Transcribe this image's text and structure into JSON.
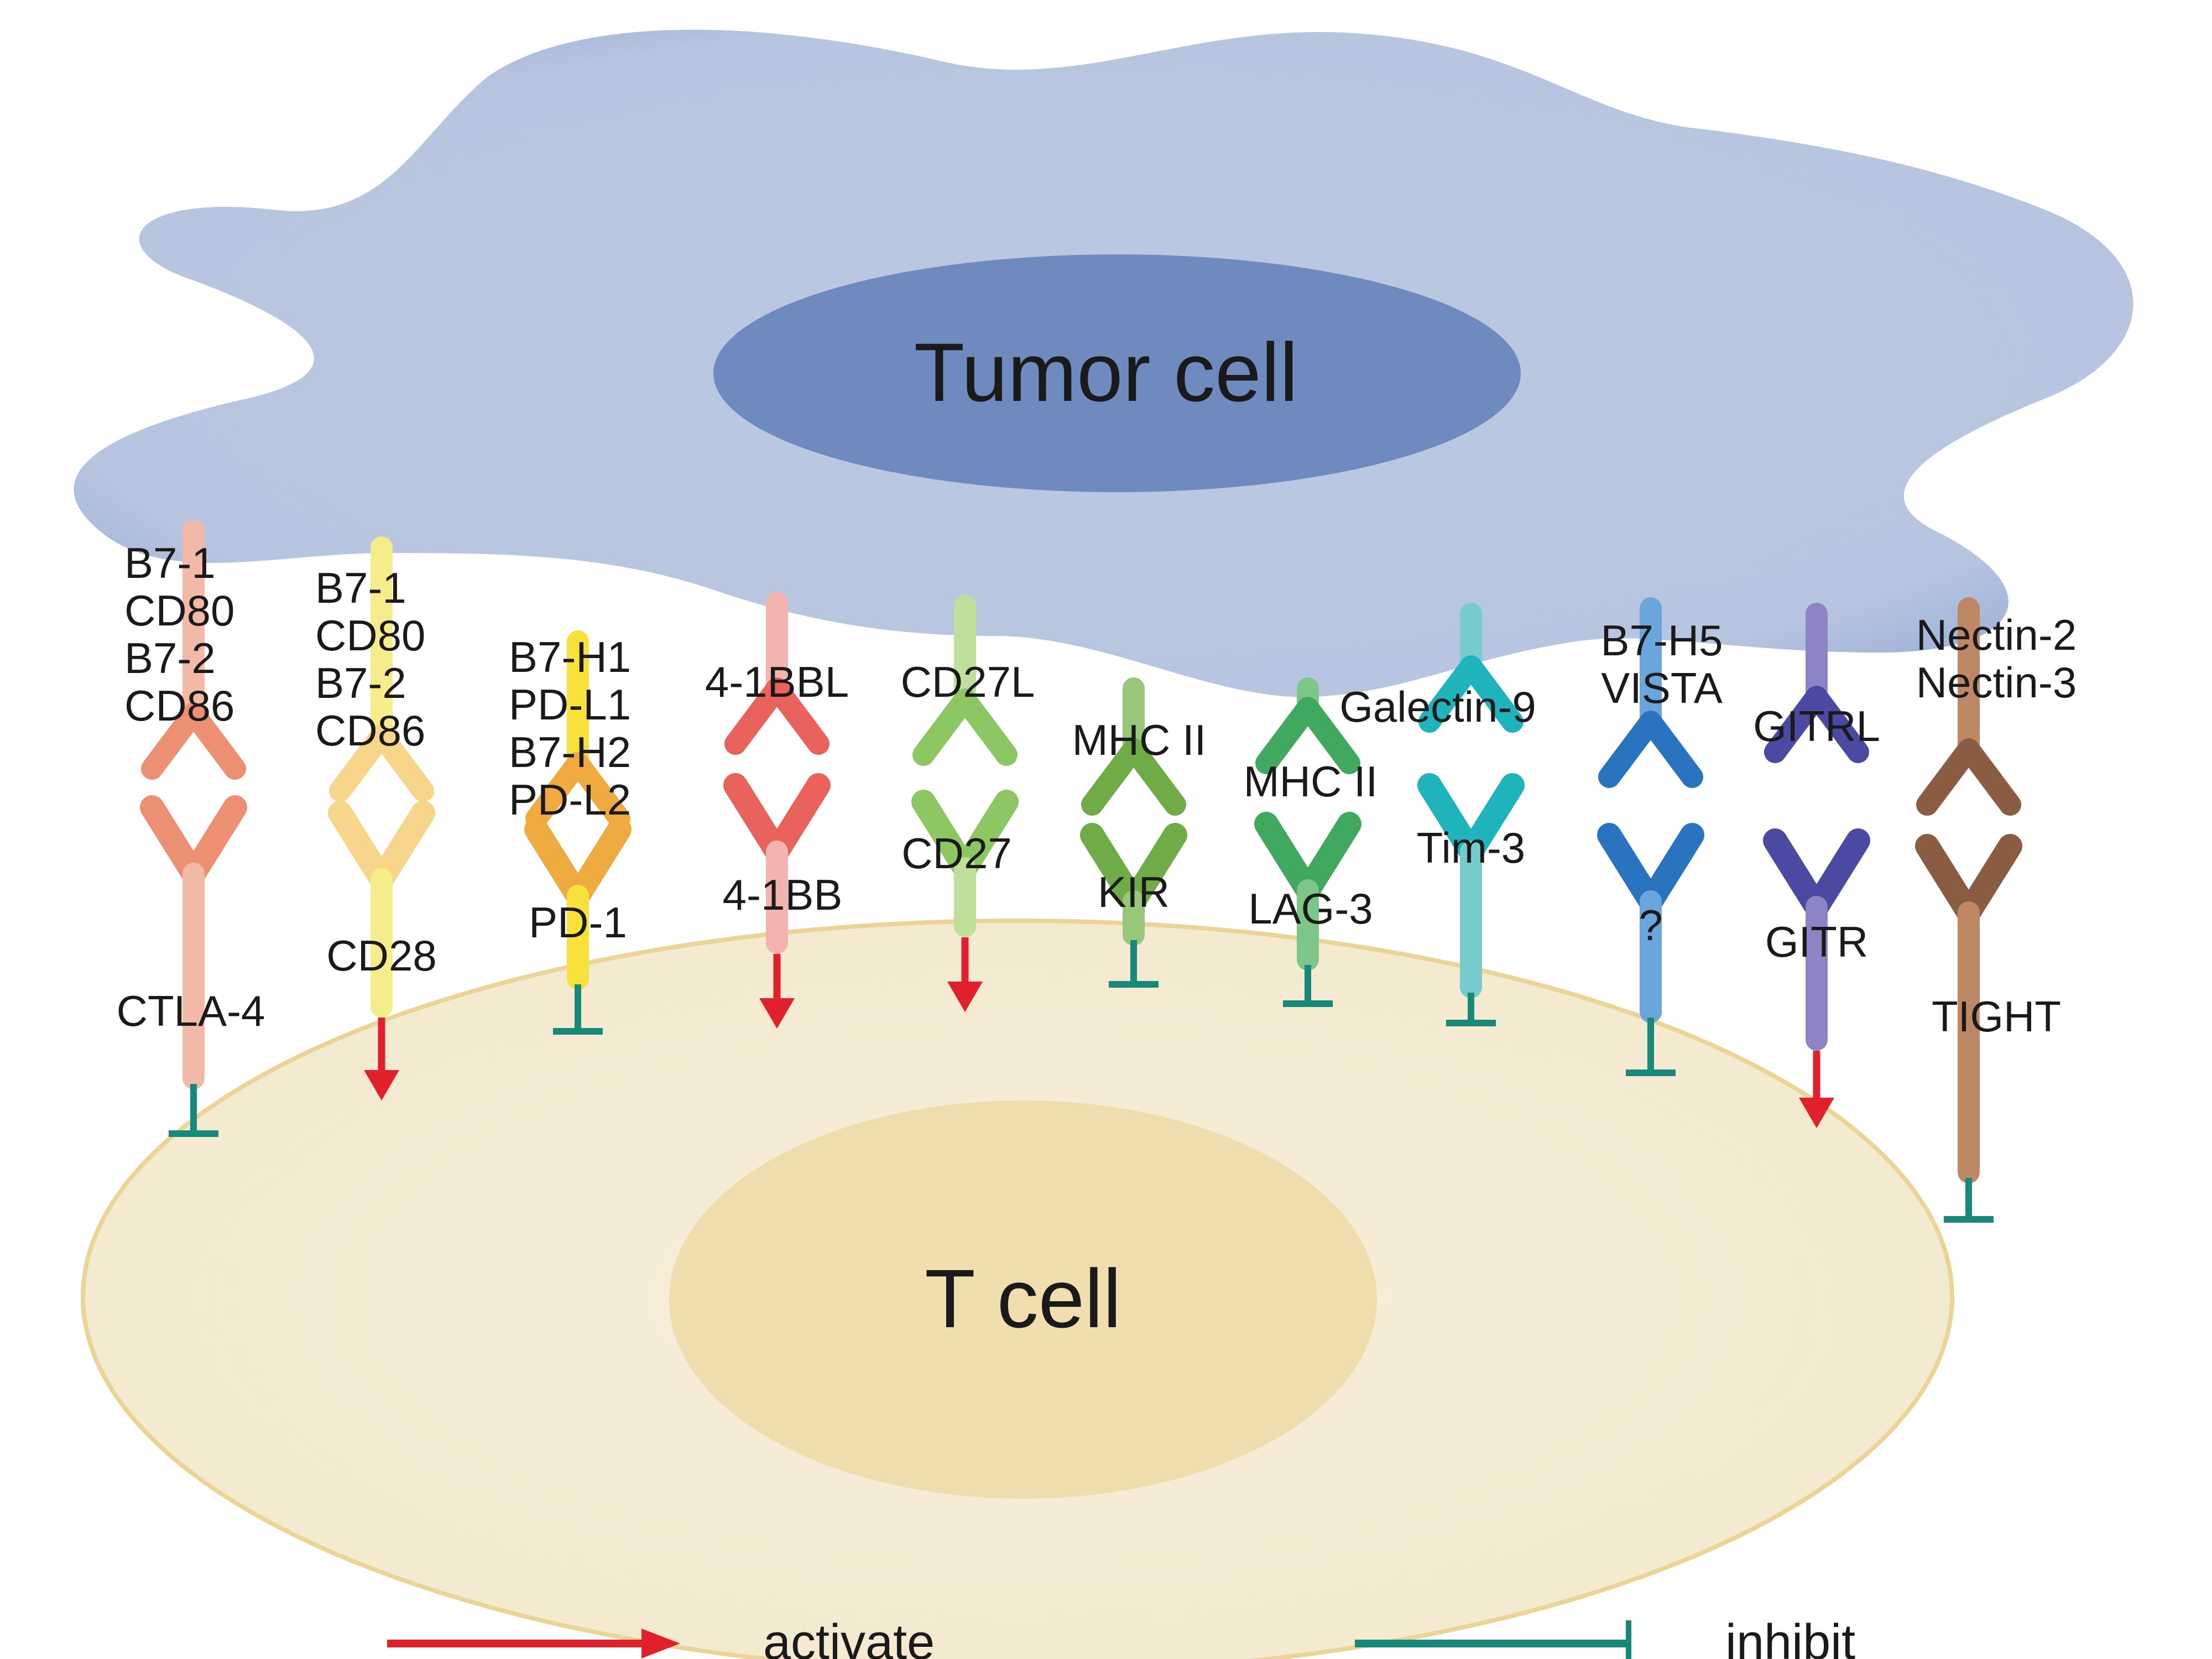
{
  "tumor_cell": {
    "label": "Tumor cell",
    "color": "#bac7e0",
    "nucleus_color": "#6f8abe"
  },
  "t_cell": {
    "label": "T cell",
    "color": "#f6ecd7",
    "nucleus_color": "#f0dcaa",
    "border_color": "#ecd496"
  },
  "pairs": [
    {
      "id": "ctla4",
      "ligand_labels": [
        "B7-1",
        "CD80",
        "B7-2",
        "CD86"
      ],
      "receptor_label": "CTLA-4",
      "color_top": "#f2b9a6",
      "color_mid": "#ed8f73",
      "effect": "inhibit"
    },
    {
      "id": "cd28",
      "ligand_labels": [
        "B7-1",
        "CD80",
        "B7-2",
        "CD86"
      ],
      "receptor_label": "CD28",
      "color_top": "#f5ec8c",
      "color_mid": "#f7d58a",
      "effect": "activate"
    },
    {
      "id": "pd1",
      "ligand_labels": [
        "B7-H1",
        "PD-L1",
        "B7-H2",
        "PD-L2"
      ],
      "receptor_label": "PD-1",
      "color_top": "#f7e13a",
      "color_mid": "#efab3f",
      "effect": "inhibit"
    },
    {
      "id": "41bb",
      "ligand_labels": [
        "4-1BBL"
      ],
      "receptor_label": "4-1BB",
      "color_top": "#f3b3b0",
      "color_mid": "#e9625c",
      "effect": "activate"
    },
    {
      "id": "cd27",
      "ligand_labels": [
        "CD27L"
      ],
      "receptor_label": "CD27",
      "color_top": "#bfe09a",
      "color_mid": "#8cc763",
      "effect": "activate"
    },
    {
      "id": "kir",
      "ligand_labels": [
        "MHC II"
      ],
      "receptor_label": "KIR",
      "color_top": "#98c67a",
      "color_mid": "#6fab47",
      "effect": "inhibit"
    },
    {
      "id": "lag3",
      "ligand_labels": [
        "MHC II"
      ],
      "receptor_label": "LAG-3",
      "color_top": "#7ec58a",
      "color_mid": "#41a85f",
      "effect": "inhibit"
    },
    {
      "id": "tim3",
      "ligand_labels": [
        "Galectin-9"
      ],
      "receptor_label": "Tim-3",
      "color_top": "#77cbcd",
      "color_mid": "#1fb3bb",
      "effect": "inhibit"
    },
    {
      "id": "vista",
      "ligand_labels": [
        "B7-H5",
        "VISTA"
      ],
      "receptor_label": "?",
      "color_top": "#6aa6dc",
      "color_mid": "#2a74bf",
      "effect": "inhibit"
    },
    {
      "id": "gitr",
      "ligand_labels": [
        "GITRL"
      ],
      "receptor_label": "GITR",
      "color_top": "#8c84c4",
      "color_mid": "#4b4aa2",
      "effect": "activate"
    },
    {
      "id": "tigit",
      "ligand_labels": [
        "Nectin-2",
        "Nectin-3"
      ],
      "receptor_label": "TIGHT",
      "color_top": "#bf8865",
      "color_mid": "#8a5d42",
      "effect": "inhibit"
    }
  ],
  "legend": {
    "activate": {
      "label": "activate",
      "color": "#e0202a"
    },
    "inhibit": {
      "label": "inhibit",
      "color": "#17887a"
    }
  }
}
